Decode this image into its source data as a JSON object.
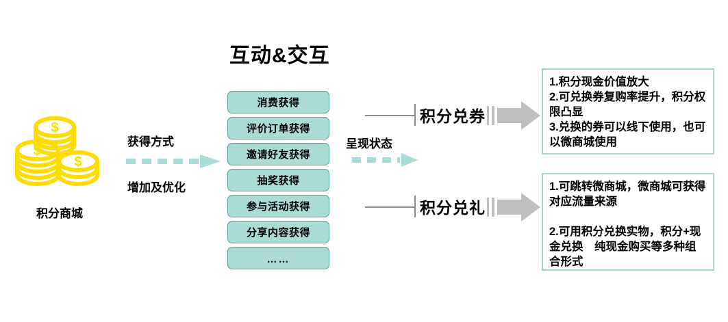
{
  "title": "互动&交互",
  "source": {
    "icon": "coins-stack-icon",
    "caption": "积分商城",
    "color": "#ffdc00"
  },
  "flow_labels": {
    "acquire_method": "获得方式",
    "increase_optimize": "增加及优化",
    "present_state": "呈现状态"
  },
  "acquire_list": [
    {
      "label": "消费获得"
    },
    {
      "label": "评价订单获得"
    },
    {
      "label": "邀请好友获得"
    },
    {
      "label": "抽奖获得"
    },
    {
      "label": "参与活动获得"
    },
    {
      "label": "分享内容获得"
    },
    {
      "label": "……"
    }
  ],
  "branches": [
    {
      "label": "积分兑券",
      "outcome": "1.积分现金价值放大\n2.可兑换券复购率提升，积分权限凸显\n3.兑换的券可以线下使用，也可以微商城使用"
    },
    {
      "label": "积分兑礼",
      "outcome": "1.可跳转微商城，微商城可获得对应流量来源\n\n2.可用积分兑换实物，积分+现金兑换　纯现金购买等多种组合形式"
    }
  ],
  "colors": {
    "teal_fill": "#abdbd5",
    "teal_border": "#4fa49c",
    "teal_light": "#a8dcd8",
    "gray_arrow": "#bfbfbf",
    "gray_line": "#8d8d8d",
    "coin_yellow": "#ffdc00"
  }
}
